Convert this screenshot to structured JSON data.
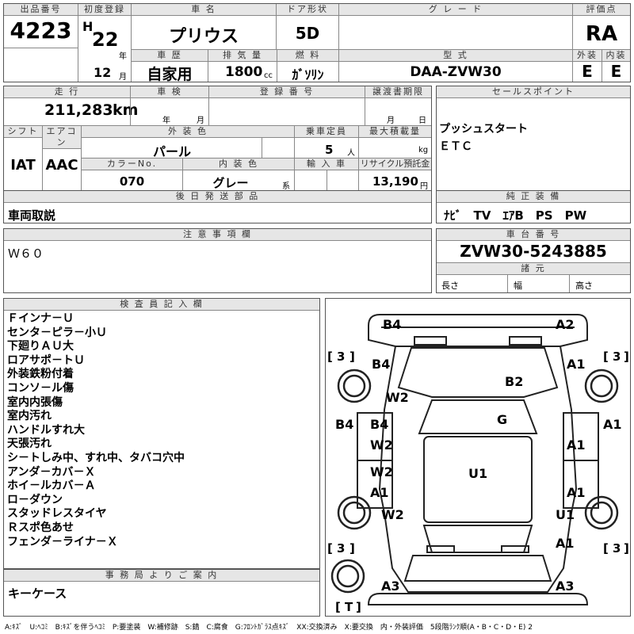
{
  "header": {
    "lot_label": "出品番号",
    "lot_no": "4223",
    "first_reg_label": "初度登録",
    "era": "H",
    "year": "22",
    "year_unit": "年",
    "month": "12",
    "month_unit": "月",
    "name_label": "車 名",
    "car_name": "プリウス",
    "door_label": "ドア形状",
    "door": "5D",
    "grade_label": "グ レ ー ド",
    "grade": "",
    "score_label": "評価点",
    "score": "RA",
    "ext_label": "外装",
    "ext": "E",
    "int_label": "内装",
    "int": "E",
    "history_label": "車 歴",
    "history": "自家用",
    "displacement_label": "排 気 量",
    "displacement": "1800",
    "displacement_unit": "cc",
    "fuel_label": "燃 料",
    "fuel": "ｶﾞｿﾘﾝ",
    "model_label": "型 式",
    "model": "DAA-ZVW30"
  },
  "row2": {
    "mileage_label": "走 行",
    "mileage": "211,283",
    "mileage_unit": "km",
    "inspection_label": "車 検",
    "insp_year_unit": "年",
    "insp_month_unit": "月",
    "reg_label": "登 録 番 号",
    "transfer_label": "譲渡書期限",
    "transfer_month_unit": "月",
    "transfer_day_unit": "日",
    "shift_label": "シフト",
    "shift": "IAT",
    "aircon_label": "エアコン",
    "aircon": "AAC",
    "exterior_color_label": "外 装 色",
    "exterior_color": "パール",
    "capacity_label": "乗車定員",
    "capacity": "5",
    "capacity_unit": "人",
    "load_label": "最大積載量",
    "load_unit": "kg",
    "color_no_label": "カラーNo.",
    "color_no": "070",
    "interior_color_label": "内 装 色",
    "interior_color": "グレー",
    "interior_color_suffix": "系",
    "import_label": "輸 入 車",
    "recycle_label": "リサイクル預託金",
    "recycle": "13,190",
    "recycle_unit": "円"
  },
  "sales": {
    "label": "セールスポイント",
    "lines": [
      "プッシュスタート",
      "ＥＴＣ"
    ]
  },
  "later_parts": {
    "label": "後 日 発 送 部 品",
    "value": "車両取説"
  },
  "genuine": {
    "label": "純 正 装 備",
    "value": "ﾅﾋﾞ　TV　ｴｱB　PS　PW"
  },
  "caution": {
    "label": "注 意 事 項 欄",
    "value": "Ｗ６０"
  },
  "chassis": {
    "label": "車 台 番 号",
    "value": "ZVW30-5243885"
  },
  "dims": {
    "label": "諸 元",
    "length": "長さ",
    "width": "幅",
    "height": "高さ"
  },
  "inspector": {
    "label": "検 査 員 記 入 欄",
    "lines": [
      "Ｆインナ－Ｕ",
      "センタ－ピラ－小Ｕ",
      "下廻りＡＵ大",
      "ロアサポ－トＵ",
      "外装鉄粉付着",
      "コンソ－ル傷",
      "室内内張傷",
      "室内汚れ",
      "ハンドルすれ大",
      "天張汚れ",
      "シ－トしみ中、すれ中、タバコ穴中",
      "アンダ－カバ－Ｘ",
      "ホイ－ルカバ－Ａ",
      "ロ－ダウン",
      "スタッドレスタイヤ",
      "Ｒスポ色あせ",
      "フェンダ－ライナ－Ｘ"
    ]
  },
  "office": {
    "label": "事 務 局 よ り ご 案 内",
    "value": "キーケース"
  },
  "diagram": {
    "marks": {
      "top_left": "B4",
      "top_right": "A2",
      "lf_fender": "B4",
      "rf_fender": "A1",
      "hood": "B2",
      "l_wheel_f": "W2",
      "windshield": "G",
      "l_door_edge": "B4",
      "r_door_edge": "A1",
      "l_front_door_1": "B4",
      "l_front_door_2": "W2",
      "r_front_door": "A1",
      "l_rear_door_1": "W2",
      "l_rear_door_2": "A1",
      "r_rear_door": "A1",
      "roof": "U1",
      "l_wheel_r": "W2",
      "r_rear_fender": "U1",
      "r_rear": "A1",
      "rear_left": "A3",
      "rear_right": "A3"
    },
    "tires": {
      "fl": "3",
      "fr": "3",
      "rl": "3",
      "rr": "3",
      "spare": "T"
    }
  },
  "legend": "A:ｷｽﾞ　U:ﾍｺﾐ　B:ｷｽﾞを伴うﾍｺﾐ　P:要塗装　W:補修跡　S:錆　C:腐食　G:ﾌﾛﾝﾄｶﾞﾗｽ点ｷｽﾞ　XX:交換済み　X:要交換　内・外装評価　5段階ﾗﾝｸ順(A・B・C・D・E) 2"
}
